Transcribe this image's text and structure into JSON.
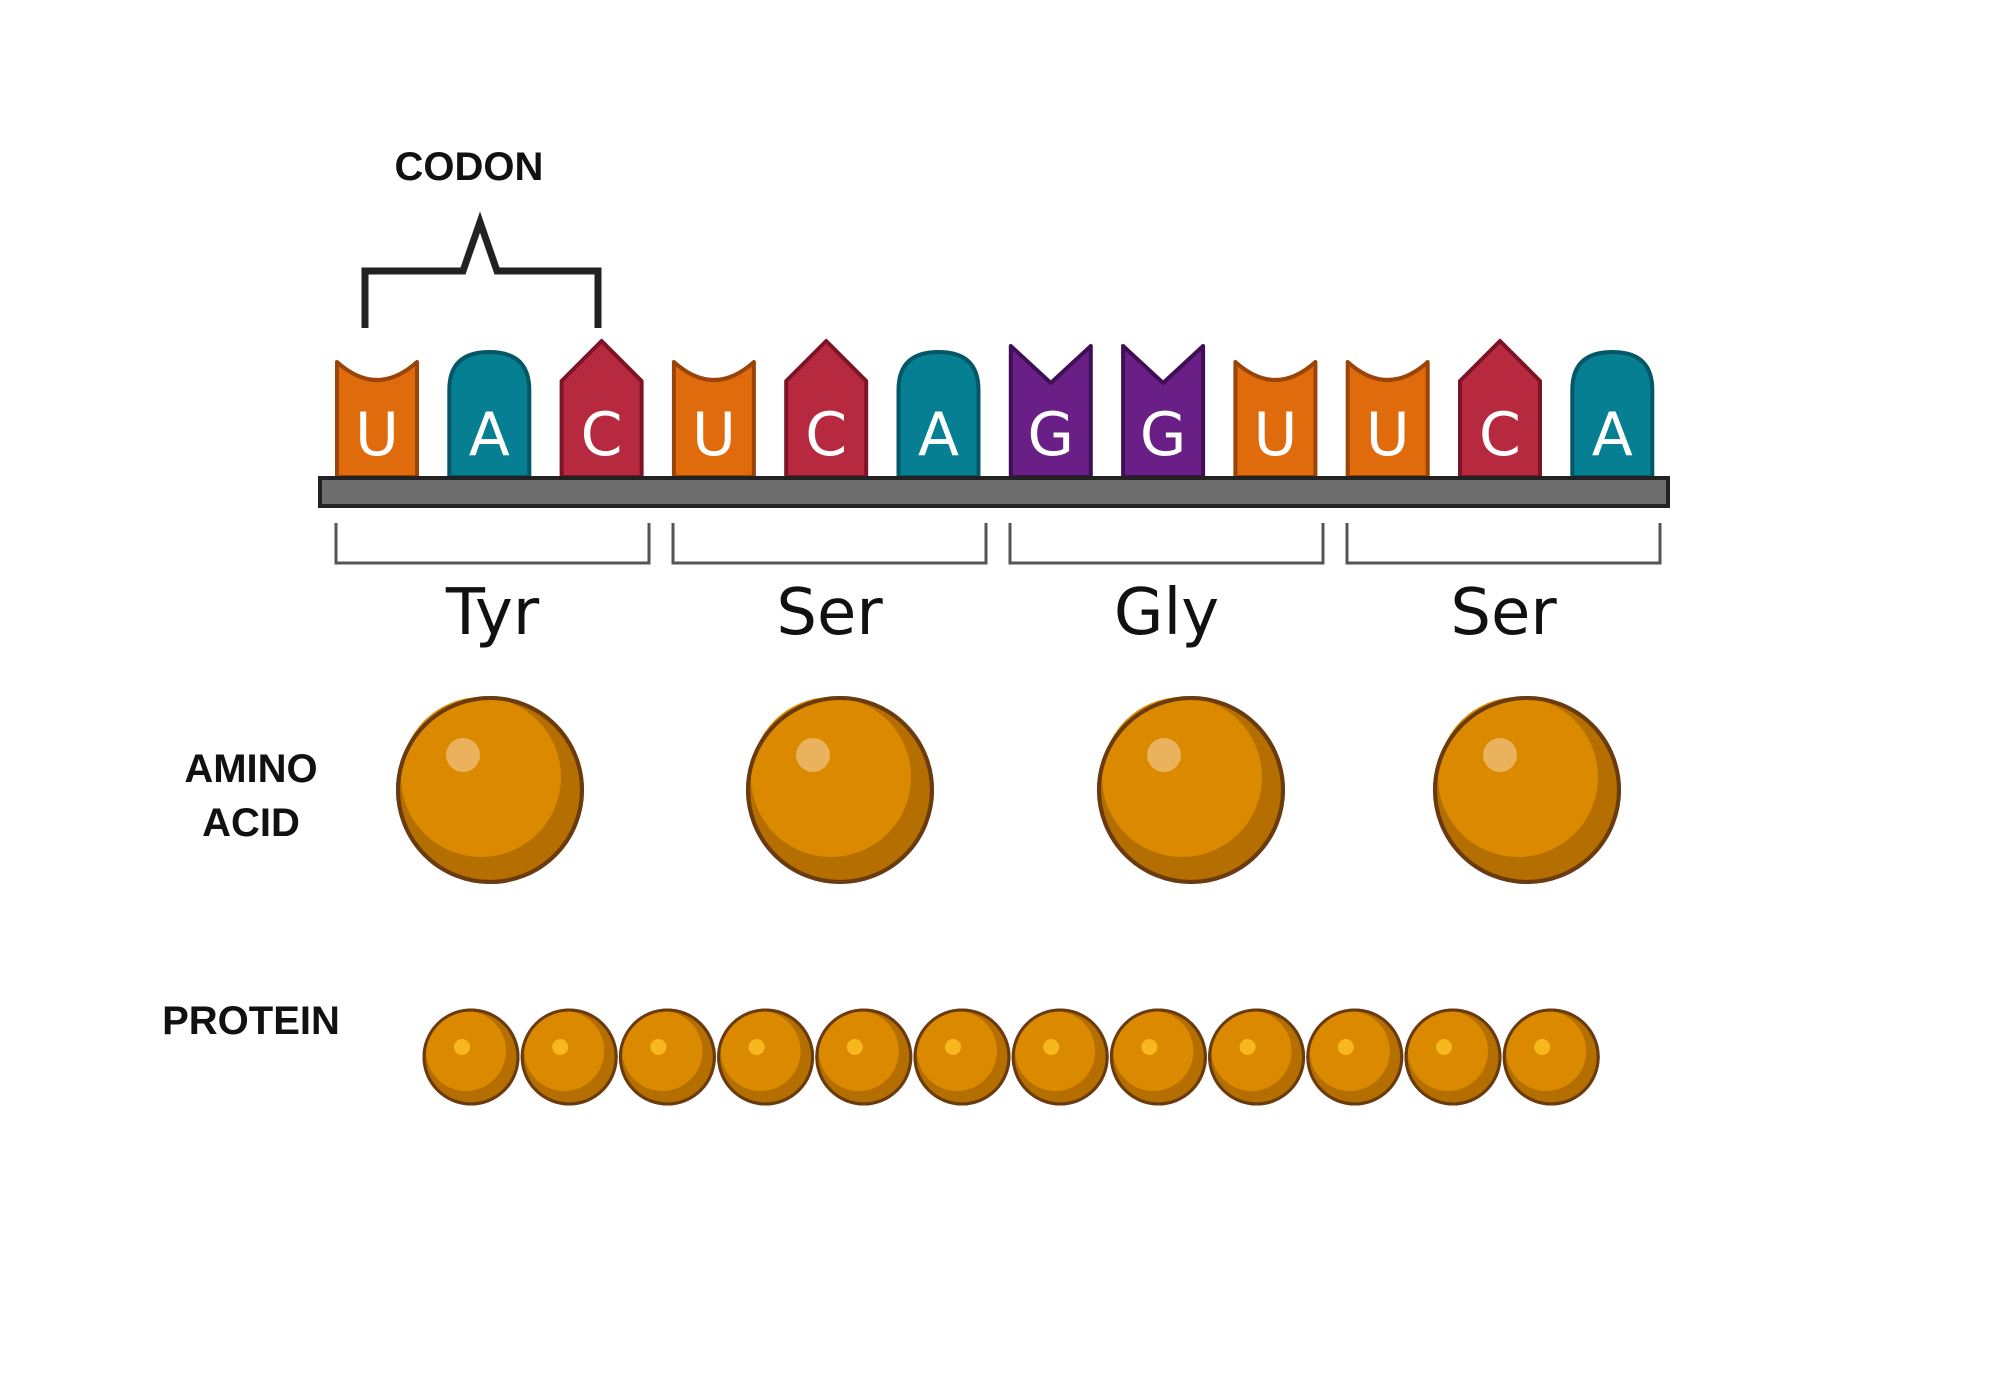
{
  "labels": {
    "codon": "CODON",
    "amino_acid_line1": "AMINO",
    "amino_acid_line2": "ACID",
    "protein": "PROTEIN"
  },
  "nucleotides": [
    "U",
    "A",
    "C",
    "U",
    "C",
    "A",
    "G",
    "G",
    "U",
    "U",
    "C",
    "A"
  ],
  "codons": [
    {
      "amino_acid": "Tyr"
    },
    {
      "amino_acid": "Ser"
    },
    {
      "amino_acid": "Gly"
    },
    {
      "amino_acid": "Ser"
    }
  ],
  "protein_bead_count": 12,
  "colors": {
    "U": "#e06b0d",
    "A": "#067f93",
    "C": "#b7293f",
    "G": "#6a1f86",
    "U_edge": "#9a4408",
    "A_edge": "#045766",
    "C_edge": "#7d1426",
    "G_edge": "#3f0f55",
    "backbone": "#6e6e6e",
    "bead": "#db8a00",
    "bead_shade": "#b56e00",
    "bead_edge": "#6b3b10",
    "bead_highlight": "#eab25c",
    "bead_dot": "#f7b81f"
  }
}
